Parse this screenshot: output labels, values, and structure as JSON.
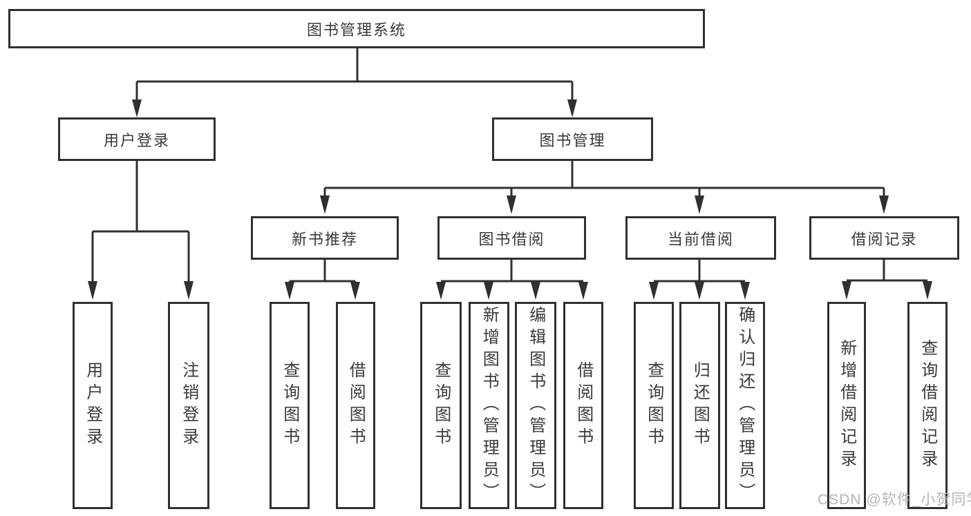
{
  "page": {
    "background": "#ffffff"
  },
  "colors": {
    "line": "#303030",
    "box_border": "#303030",
    "text": "#3a3a3a",
    "watermark": "#b5b5b5"
  },
  "tree": {
    "root": {
      "label": "图书管理系统"
    },
    "branches": [
      {
        "label": "用户登录",
        "children": [
          {
            "label": "用户登录"
          },
          {
            "label": "注销登录"
          }
        ]
      },
      {
        "label": "图书管理",
        "children": [
          {
            "label": "新书推荐",
            "children": [
              {
                "label": "查询图书"
              },
              {
                "label": "借阅图书"
              }
            ]
          },
          {
            "label": "图书借阅",
            "children": [
              {
                "label": "查询图书"
              },
              {
                "label": "新增图书（管理员）"
              },
              {
                "label": "编辑图书（管理员）"
              },
              {
                "label": "借阅图书"
              }
            ]
          },
          {
            "label": "当前借阅",
            "children": [
              {
                "label": "查询图书"
              },
              {
                "label": "归还图书"
              },
              {
                "label": "确认归还（管理员）"
              }
            ]
          },
          {
            "label": "借阅记录",
            "children": [
              {
                "label": "新增借阅记录"
              },
              {
                "label": "查询借阅记录"
              }
            ]
          }
        ]
      }
    ]
  },
  "watermark": {
    "text": "CSDN @软件_小贺同学"
  }
}
